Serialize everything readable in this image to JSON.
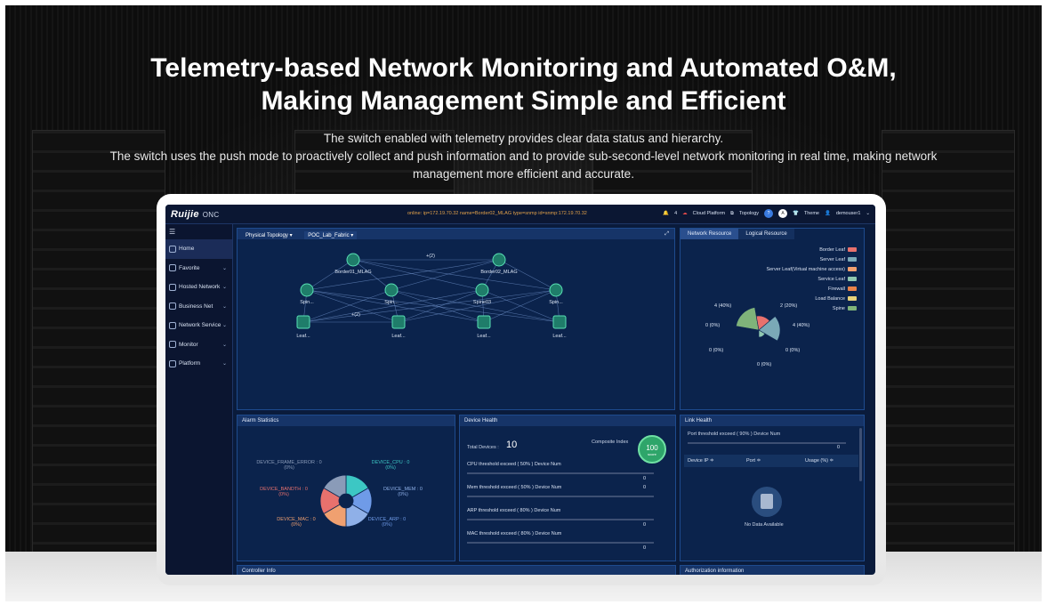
{
  "hero": {
    "title_line1": "Telemetry-based Network Monitoring and Automated O&M,",
    "title_line2": "Making Management Simple and Efficient",
    "sub_line1": "The switch enabled with telemetry provides clear data status and hierarchy.",
    "sub_line2": "The switch uses the push mode to proactively collect and push information and to provide sub-second-level network monitoring in real time, making network management more efficient and accurate."
  },
  "app": {
    "brand": "Ruijie",
    "product": "ONC",
    "online": "online: ip=172.19.70.32 name=Border02_MLAG type=snmp id=snmp:172.19.70.32",
    "notif_count": "4",
    "cloud_platform": "Cloud Platform",
    "topology": "Topology",
    "theme": "Theme",
    "user": "demouser1"
  },
  "sidebar": {
    "items": [
      {
        "label": "Home",
        "icon": "home-icon"
      },
      {
        "label": "Favorite",
        "icon": "star-icon"
      },
      {
        "label": "Hosted Network",
        "icon": "network-icon"
      },
      {
        "label": "Business Net",
        "icon": "globe-icon"
      },
      {
        "label": "Network Service",
        "icon": "service-icon"
      },
      {
        "label": "Monitor",
        "icon": "monitor-icon"
      },
      {
        "label": "Platform",
        "icon": "grid-icon"
      }
    ]
  },
  "topology": {
    "view_select": "Physical Topology",
    "fabric_select": "POC_Lab_Fabric",
    "nodes": [
      "Border01_MLAG",
      "Border02_MLAG",
      "Spin...",
      "Spin...",
      "Spine03",
      "Spin...",
      "Leaf...",
      "Leaf...",
      "Leaf...",
      "Leaf..."
    ],
    "link_labels": [
      "+(2)",
      "+(2)"
    ]
  },
  "resource": {
    "tab1": "Network Resource",
    "tab2": "Logical Resource",
    "legend": [
      {
        "label": "Border Leaf",
        "color": "#e8716d"
      },
      {
        "label": "Server Leaf",
        "color": "#7aa9b7"
      },
      {
        "label": "Server Leaf(Virtual machine access)",
        "color": "#f0a070"
      },
      {
        "label": "Service Leaf",
        "color": "#8fc7b0"
      },
      {
        "label": "Firewall",
        "color": "#e8834a"
      },
      {
        "label": "Load Balance",
        "color": "#e8d27a"
      },
      {
        "label": "Spine",
        "color": "#7fb37a"
      }
    ],
    "slice_labels": [
      "4 (40%)",
      "2 (20%)",
      "0 (0%)",
      "4 (40%)",
      "0 (0%)",
      "0 (0%)",
      "0 (0%)"
    ]
  },
  "alarm": {
    "title": "Alarm Statistics",
    "labels": [
      {
        "text": "DEVICE_FRAME_ERROR : 0",
        "pct": "(0%)",
        "color": "#8a9bb8"
      },
      {
        "text": "DEVICE_CPU : 0",
        "pct": "(0%)",
        "color": "#3cc7c4"
      },
      {
        "text": "DEVICE_BANDTH : 0",
        "pct": "(0%)",
        "color": "#e8716d"
      },
      {
        "text": "DEVICE_MEM : 0",
        "pct": "(0%)",
        "color": "#8fb0e8"
      },
      {
        "text": "DEVICE_MAC : 0",
        "pct": "(0%)",
        "color": "#f0a070"
      },
      {
        "text": "DEVICE_ARP : 0",
        "pct": "(0%)",
        "color": "#6f9be8"
      }
    ],
    "colors": [
      "#3cc7c4",
      "#6f9be8",
      "#8fb0e8",
      "#f0a070",
      "#e8716d",
      "#8a9bb8"
    ]
  },
  "device_health": {
    "title": "Device Health",
    "total_label": "Total Devices :",
    "total_value": "10",
    "composite_label": "Composite Index",
    "score": "100",
    "score_unit": "score",
    "rows": [
      {
        "label": "CPU threshold exceed ( 50% ) Device Num",
        "value": "0"
      },
      {
        "label": "Mem threshold exceed ( 50% ) Device Num",
        "value": "0"
      },
      {
        "label": "ARP threshold exceed ( 80% ) Device Num",
        "value": "0"
      },
      {
        "label": "MAC threshold exceed ( 80% ) Device Num",
        "value": "0"
      }
    ]
  },
  "link_health": {
    "title": "Link Health",
    "port_label": "Port threshold exceed ( 90% ) Device Num",
    "port_value": "0",
    "cols": [
      "Device IP ≑",
      "Port ≑",
      "Usage (%) ≑"
    ],
    "empty": "No Data Available"
  },
  "bottom": {
    "left": "Controller Info",
    "right": "Authorization information"
  }
}
